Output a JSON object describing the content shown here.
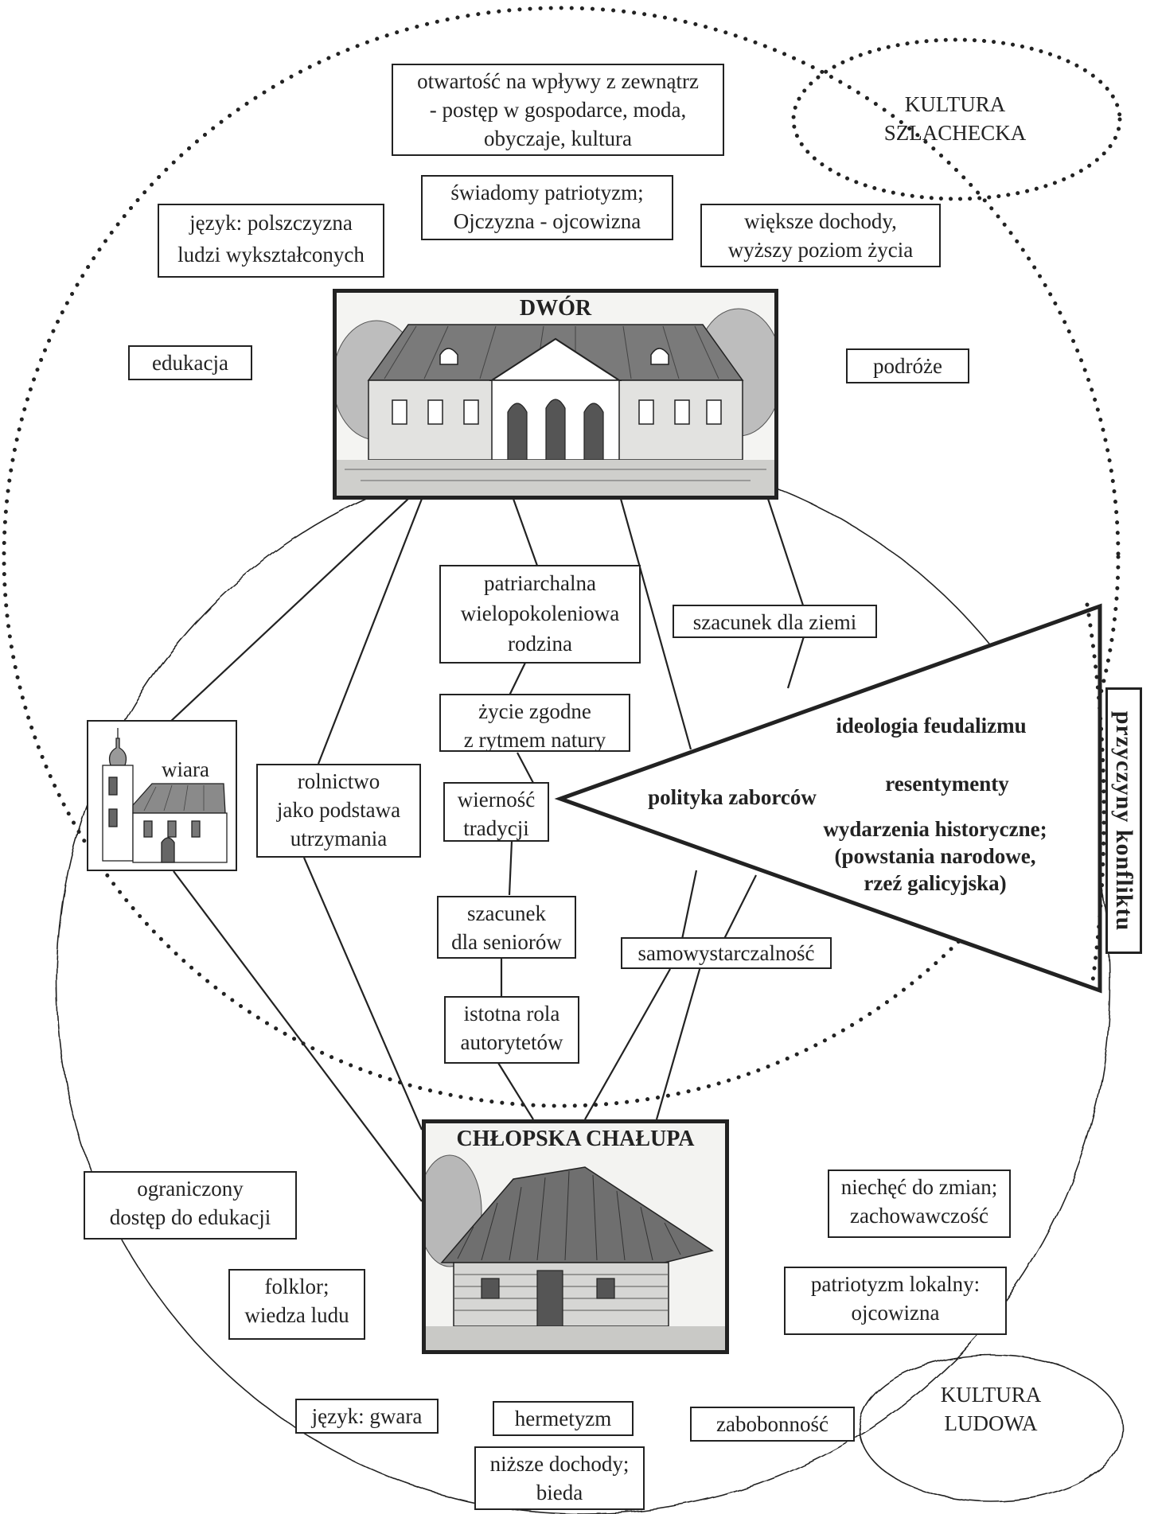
{
  "labels": {
    "szlachecka": "KULTURA\nSZLACHECKA",
    "ludowa": "KULTURA\nLUDOWA",
    "dwor": "DWÓR",
    "chalupa": "CHŁOPSKA CHAŁUPA",
    "przyczyny": "przyczyny konfliktu"
  },
  "top_boxes": {
    "otwartosc": "otwartość na wpływy z zewnątrz\n- postęp w gospodarce, moda,\nobyczaje, kultura",
    "swiadomy": "świadomy patriotyzm;\nOjczyzna - ojcowizna",
    "jezyk_pl": "język: polszczyzna\nludzi wykształconych",
    "dochody_wyzsze": "większe dochody,\nwyższy poziom życia",
    "edukacja": "edukacja",
    "podroze": "podróże"
  },
  "center_boxes": {
    "patriarchalna": "patriarchalna\nwielopokoleniowa\nrodzina",
    "szacunek_ziemia": "szacunek dla ziemi",
    "zycie": "życie zgodne\nz rytmem natury",
    "wiernosc": "wierność\ntradycji",
    "rolnictwo": "rolnictwo\njako podstawa\nutrzymania",
    "wiara": "wiara",
    "seniorzy": "szacunek\ndla seniorów",
    "samowystarczalnosc": "samowystarczalność",
    "autorytety": "istotna rola\nautorytetów"
  },
  "triangle": {
    "feudalizm": "ideologia feudalizmu",
    "resentymenty": "resentymenty",
    "polityka": "polityka zaborców",
    "wydarzenia": "wydarzenia historyczne;\n(powstania narodowe,\nrzeź galicyjska)"
  },
  "bottom_boxes": {
    "ograniczony": "ograniczony\ndostęp do edukacji",
    "niechec": "niechęć do zmian;\nzachowawczość",
    "folklor": "folklor;\nwiedza ludu",
    "patriotyzm_lok": "patriotyzm lokalny:\nojcowizna",
    "gwara": "język: gwara",
    "hermetyzm": "hermetyzm",
    "zabobonnosc": "zabobonność",
    "nizsze": "niższe dochody;\nbieda"
  }
}
